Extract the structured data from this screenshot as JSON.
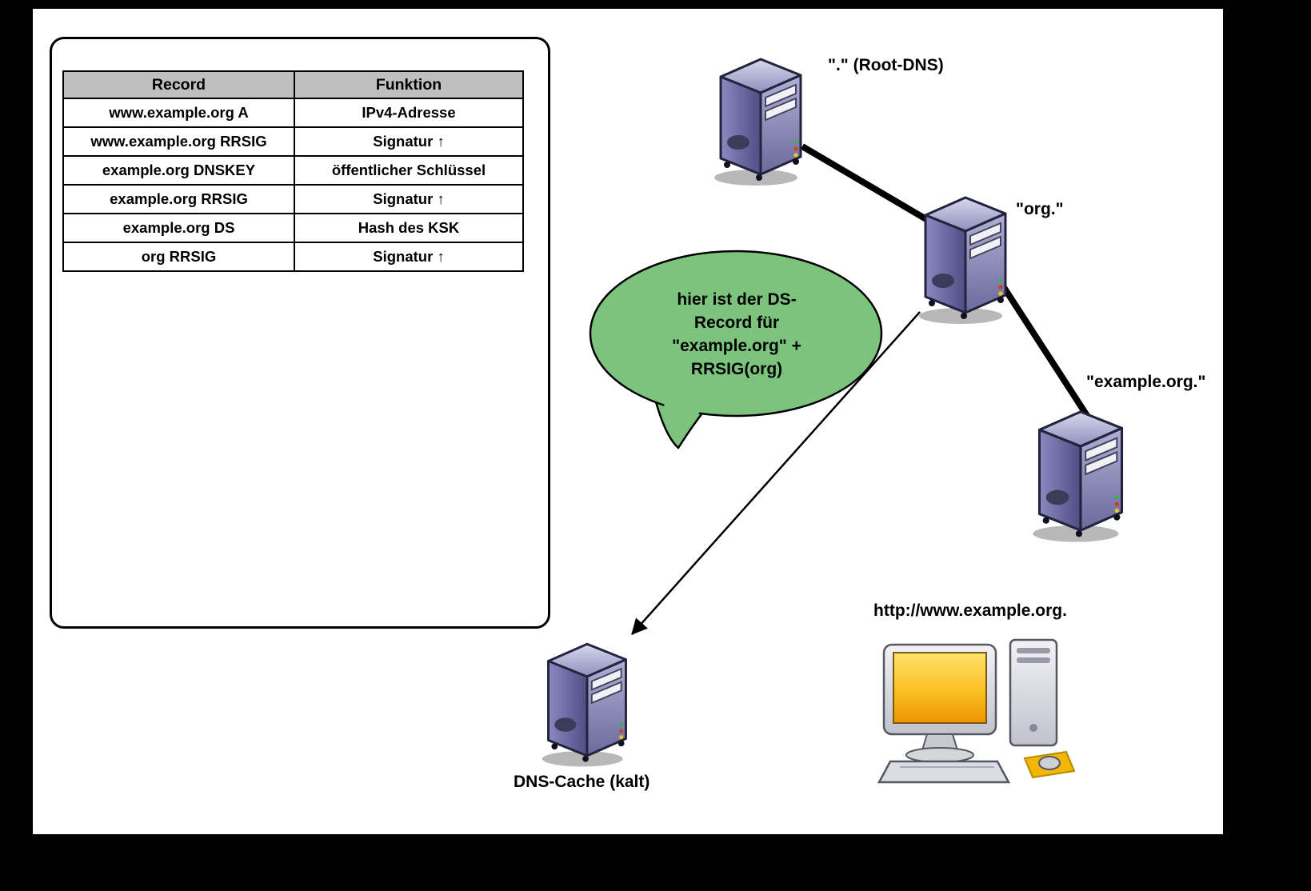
{
  "table": {
    "headers": [
      "Record",
      "Funktion"
    ],
    "rows": [
      [
        "www.example.org A",
        "IPv4-Adresse"
      ],
      [
        "www.example.org RRSIG",
        "Signatur ↑"
      ],
      [
        "example.org DNSKEY",
        "öffentlicher Schlüssel"
      ],
      [
        "example.org RRSIG",
        "Signatur ↑"
      ],
      [
        "example.org DS",
        "Hash des KSK"
      ],
      [
        "org RRSIG",
        "Signatur ↑"
      ]
    ]
  },
  "nodes": {
    "root_dns": {
      "label": "\".\" (Root-DNS)"
    },
    "org_dns": {
      "label": "\"org.\""
    },
    "example_dns": {
      "label": "\"example.org.\""
    },
    "dns_cache": {
      "label": "DNS-Cache (kalt)"
    },
    "client": {
      "label": "http://www.example.org."
    }
  },
  "speech_bubble": {
    "lines": [
      "hier ist der DS-",
      "Record für",
      "\"example.org\" +",
      "RRSIG(org)"
    ]
  },
  "icons": {
    "server": "server-tower-icon",
    "client": "desktop-computer-icon"
  },
  "colors": {
    "bubble_fill": "#7cc47e",
    "server_front": "#6b6ba8",
    "table_header_bg": "#bfbfbf",
    "screen_orange": "#f6a800",
    "connector": "#000000"
  }
}
